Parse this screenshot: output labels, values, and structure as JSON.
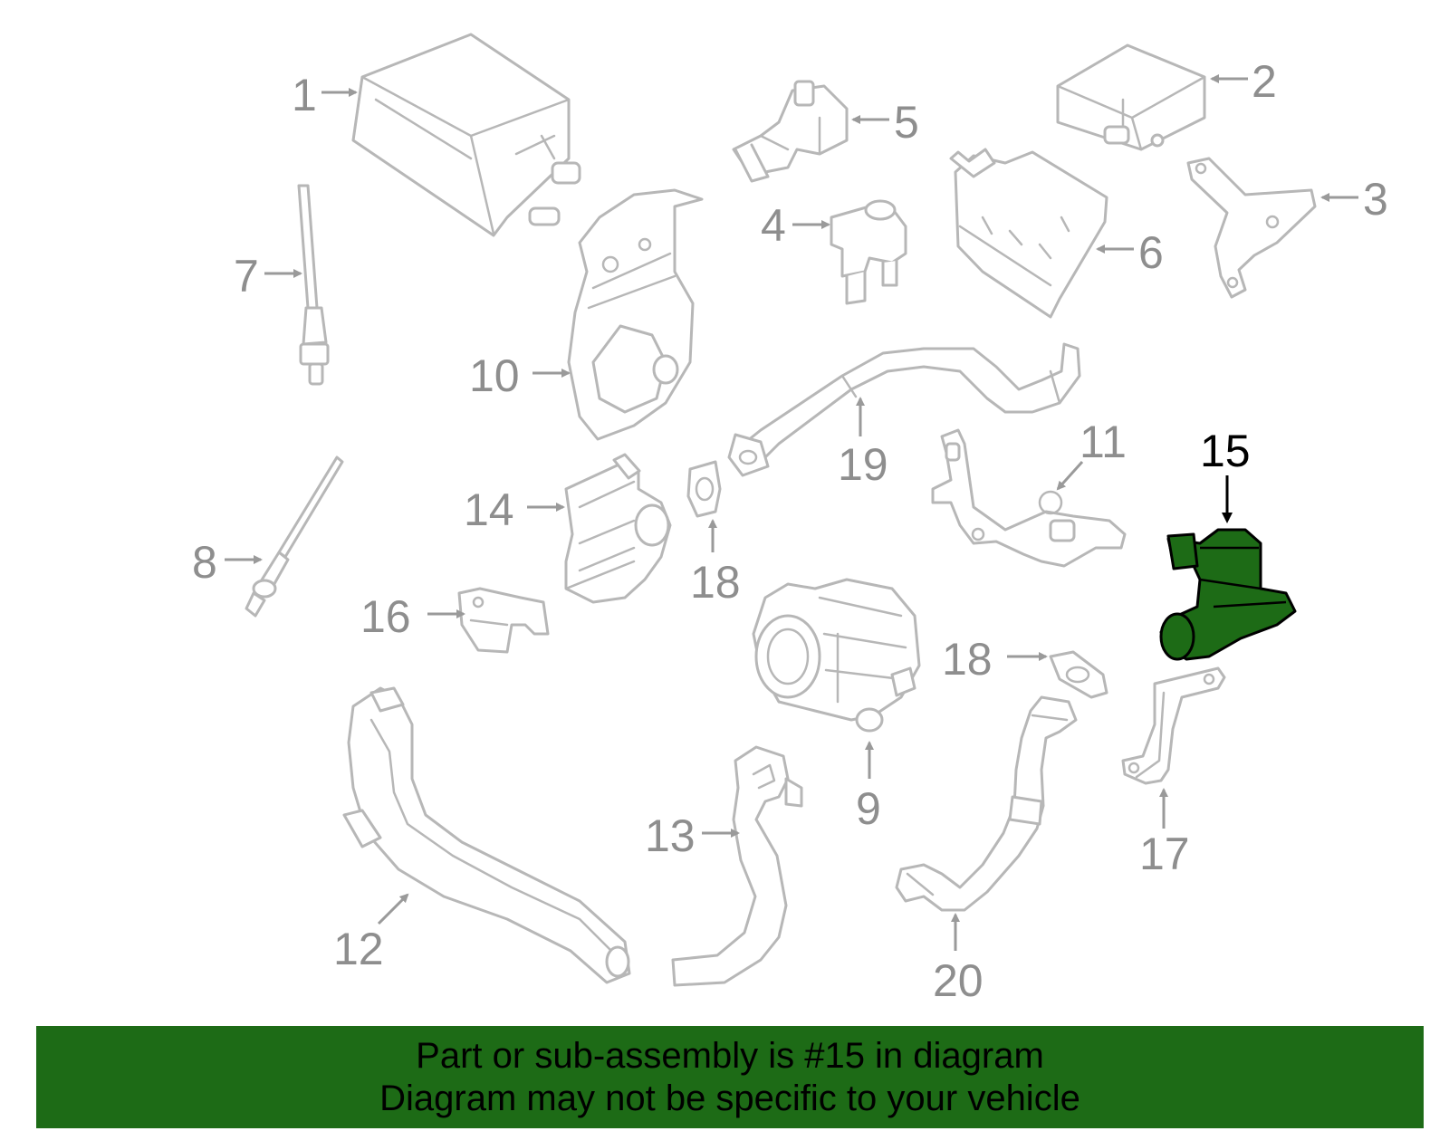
{
  "diagram": {
    "callouts": {
      "c1": "1",
      "c2": "2",
      "c3": "3",
      "c4": "4",
      "c5": "5",
      "c6": "6",
      "c7": "7",
      "c8": "8",
      "c9": "9",
      "c10": "10",
      "c11": "11",
      "c12": "12",
      "c13": "13",
      "c14": "14",
      "c15": "15",
      "c16": "16",
      "c17": "17",
      "c18a": "18",
      "c18b": "18",
      "c19": "19",
      "c20": "20"
    },
    "highlighted_part": "15",
    "highlight_color": "#1d6b16",
    "line_color": "#b7b7b7"
  },
  "banner": {
    "line1": "Part or sub-assembly is #15 in diagram",
    "line2": "Diagram may not be specific to your vehicle",
    "background": "#1d6b16"
  }
}
